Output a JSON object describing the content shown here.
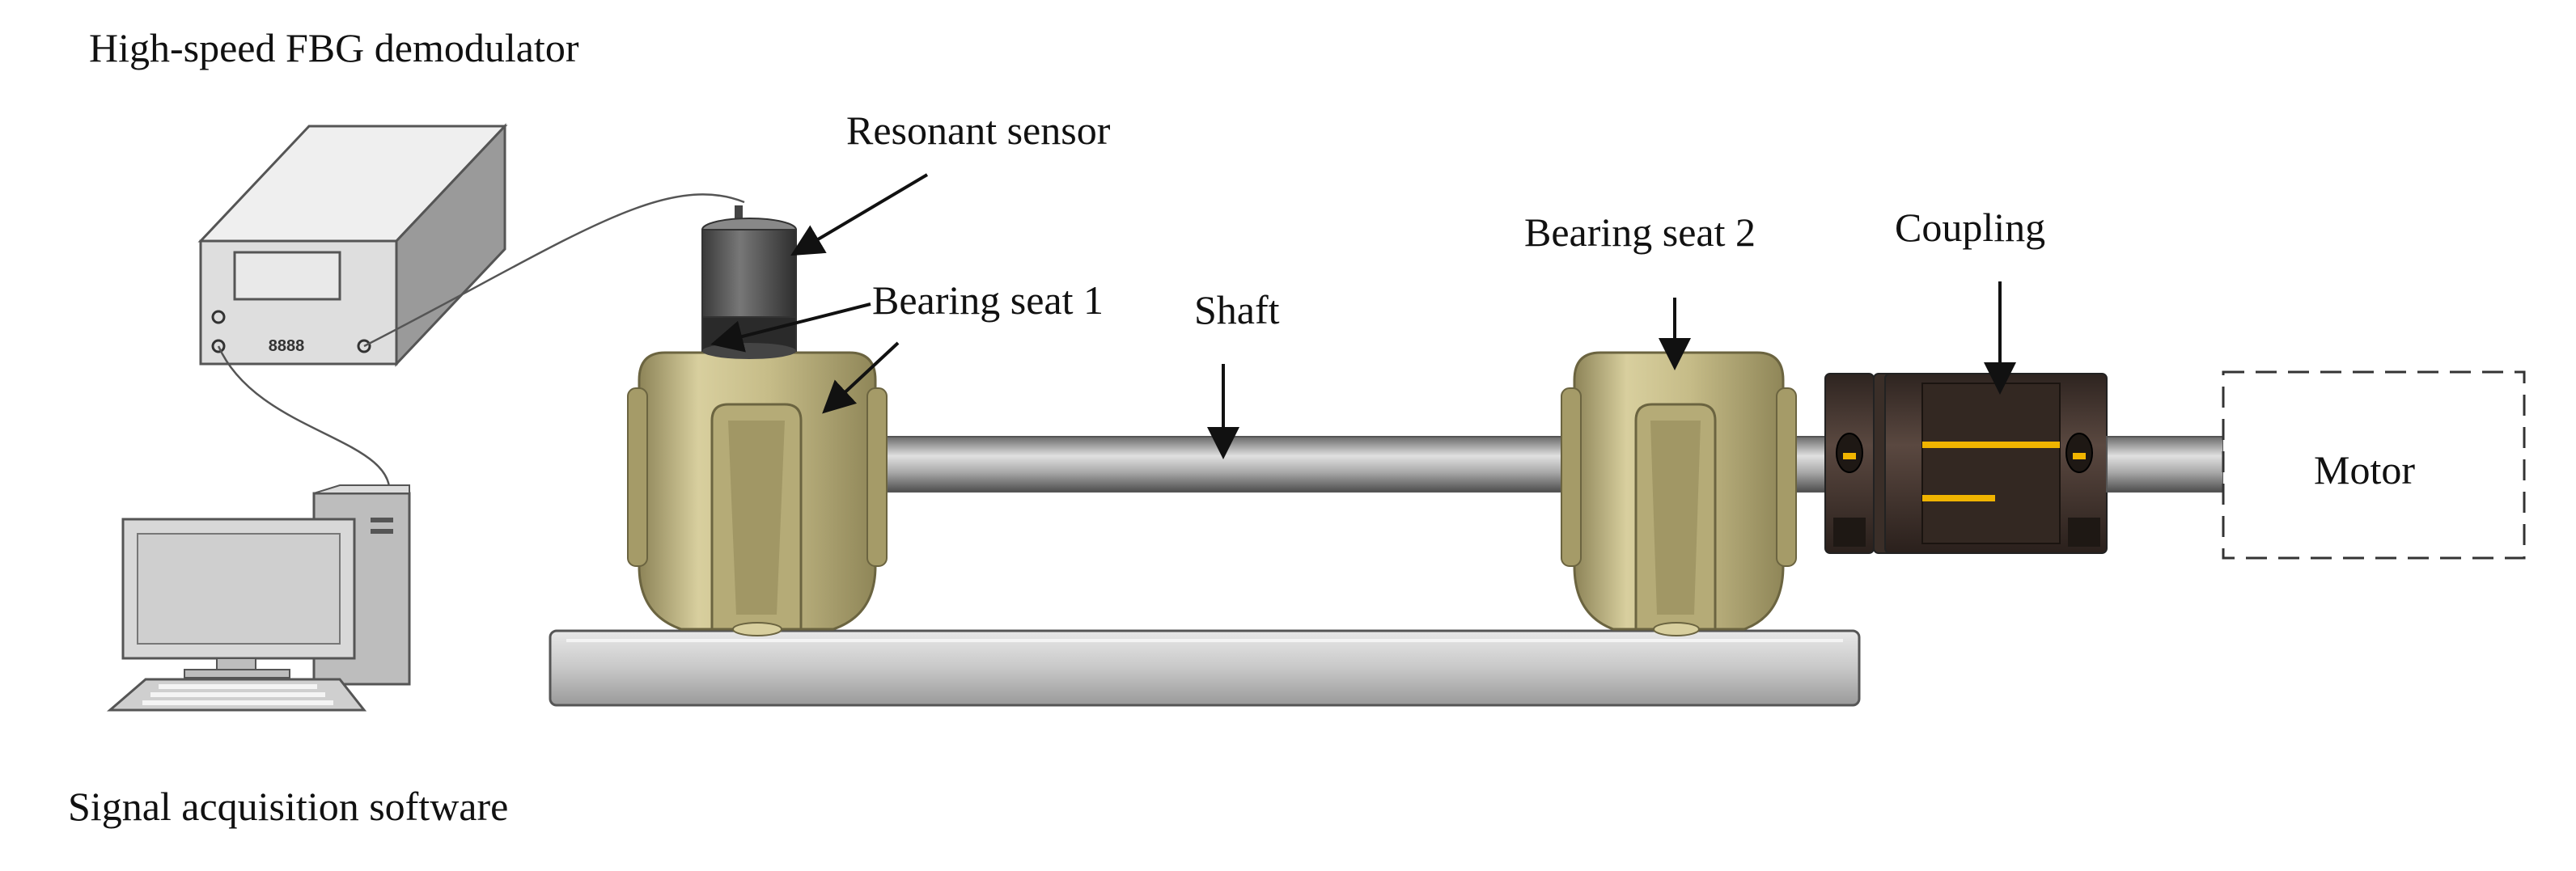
{
  "labels": {
    "demodulator": "High-speed FBG demodulator",
    "resonant_sensor": "Resonant sensor",
    "bearing_seat_1": "Bearing seat 1",
    "shaft": "Shaft",
    "bearing_seat_2": "Bearing seat 2",
    "coupling": "Coupling",
    "motor": "Motor",
    "software": "Signal acquisition software"
  },
  "demodulator_display": "8888",
  "colors": {
    "bearing": "#c9bf8c",
    "bearing_dark": "#8f8658",
    "shaft": "#9a9a9a",
    "coupling": "#4a3a30",
    "coupling_accent": "#f0b400",
    "sensor": "#555555",
    "base": "#cfcfcf"
  }
}
